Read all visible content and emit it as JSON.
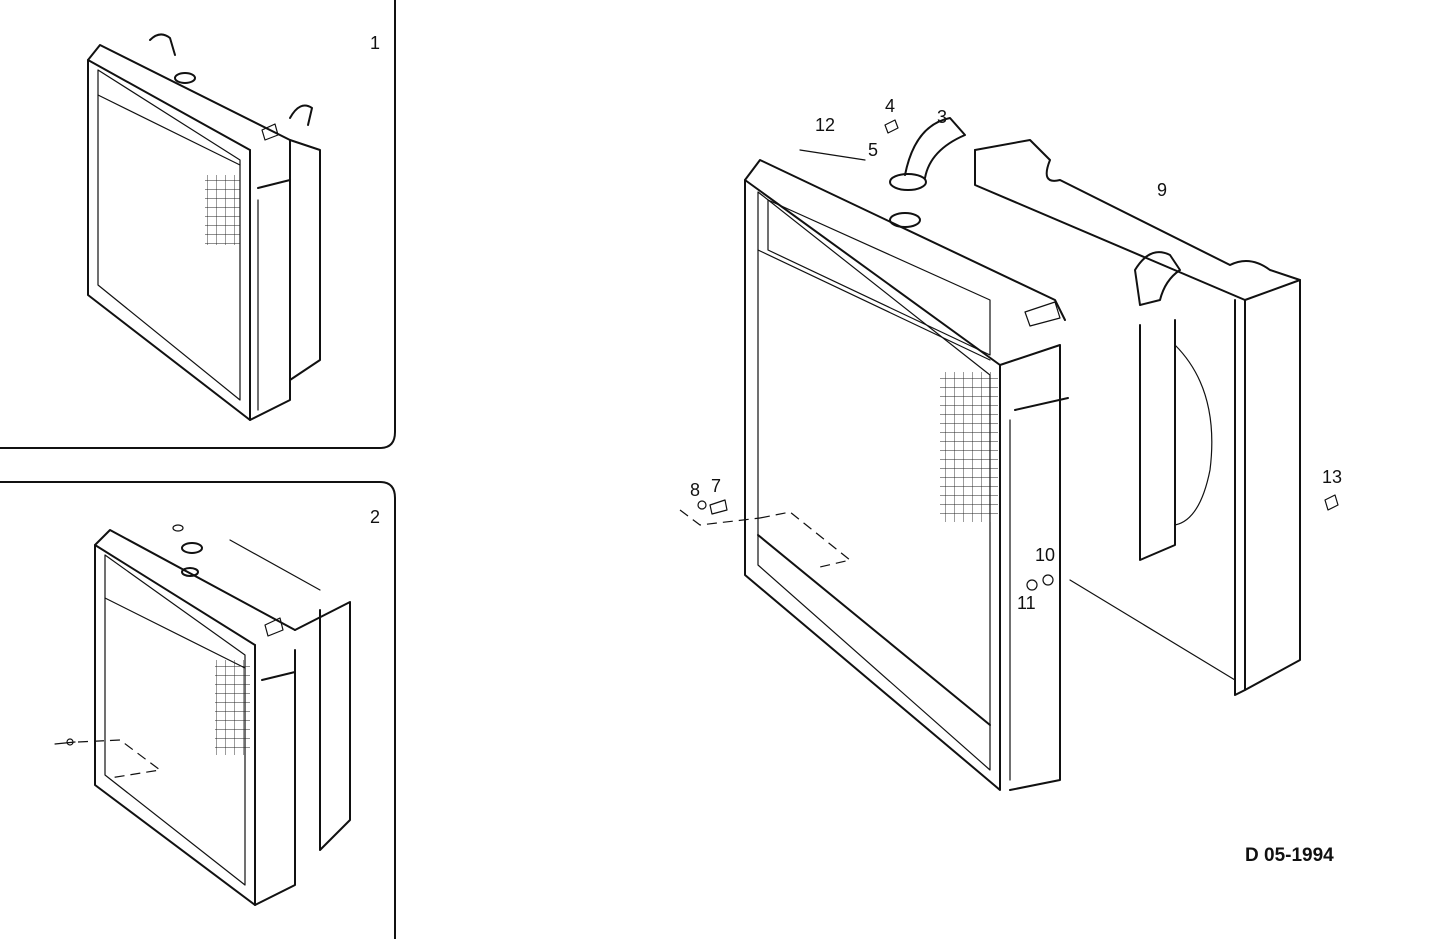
{
  "panels": {
    "top_left_number": "1",
    "bottom_left_number": "2"
  },
  "callouts": {
    "c3": "3",
    "c4": "4",
    "c5": "5",
    "c7": "7",
    "c8": "8",
    "c9": "9",
    "c10": "10",
    "c11": "11",
    "c12": "12",
    "c13": "13"
  },
  "document_code": "D 05-1994"
}
